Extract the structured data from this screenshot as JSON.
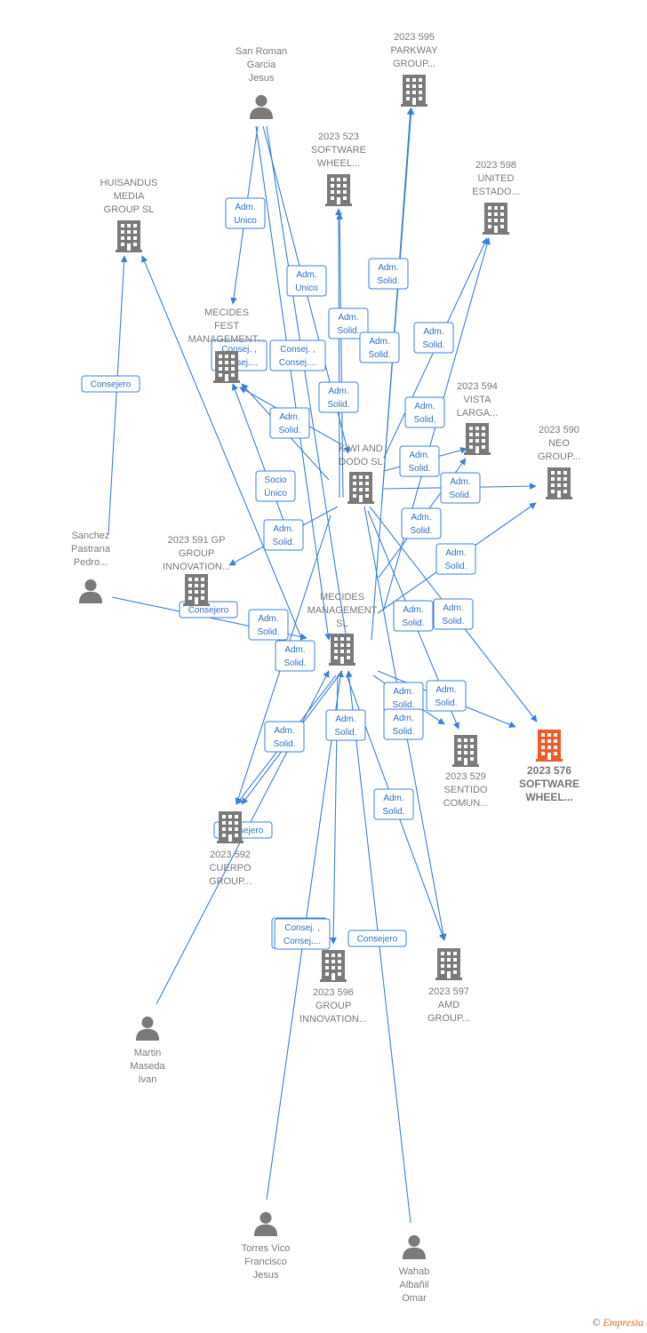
{
  "colors": {
    "edge": "#3a80d9",
    "node": "#7a7a7a",
    "highlight": "#f05a28"
  },
  "nodes": [
    {
      "id": "parkway",
      "type": "company",
      "lines": [
        "2023 595",
        "PARKWAY",
        "GROUP..."
      ]
    },
    {
      "id": "sanroman",
      "type": "person",
      "lines": [
        "San Roman",
        "Garcia",
        "Jesus"
      ]
    },
    {
      "id": "sw523",
      "type": "company",
      "lines": [
        "2023 523",
        "SOFTWARE",
        "WHEEL..."
      ]
    },
    {
      "id": "united598",
      "type": "company",
      "lines": [
        "2023 598",
        "UNITED",
        "ESTADO..."
      ]
    },
    {
      "id": "huisandus",
      "type": "company",
      "lines": [
        "HUISANDUS",
        "MEDIA",
        "GROUP  SL"
      ]
    },
    {
      "id": "mecidesfest",
      "type": "company",
      "lines": [
        "MECIDES",
        "FEST",
        "MANAGEMENT..."
      ]
    },
    {
      "id": "vista594",
      "type": "company",
      "lines": [
        "2023 594",
        "VISTA",
        "LARGA..."
      ]
    },
    {
      "id": "neo590",
      "type": "company",
      "lines": [
        "2023 590",
        "NEO",
        "GROUP..."
      ]
    },
    {
      "id": "kiwi",
      "type": "company",
      "lines": [
        "KIWI AND",
        "DODO  SL"
      ]
    },
    {
      "id": "sanchez",
      "type": "person",
      "lines": [
        "Sanchez",
        "Pastrana",
        "Pedro..."
      ]
    },
    {
      "id": "gp591",
      "type": "company",
      "lines": [
        "2023 591 GP",
        "GROUP",
        "INNOVATION..."
      ]
    },
    {
      "id": "mecidesmgmt",
      "type": "company",
      "lines": [
        "MECIDES",
        "MANAGEMENT",
        "SL"
      ]
    },
    {
      "id": "sentido529",
      "type": "company",
      "lines": [
        "2023 529",
        "SENTIDO",
        "COMUN..."
      ]
    },
    {
      "id": "sw576",
      "type": "company",
      "highlight": true,
      "lines": [
        "2023 576",
        "SOFTWARE",
        "WHEEL..."
      ]
    },
    {
      "id": "cuerpo592",
      "type": "company",
      "lines": [
        "2023 592",
        "CUERPO",
        "GROUP..."
      ]
    },
    {
      "id": "innov596",
      "type": "company",
      "lines": [
        "2023 596",
        "GROUP",
        "INNOVATION..."
      ]
    },
    {
      "id": "amd597",
      "type": "company",
      "lines": [
        "2023 597",
        "AMD",
        "GROUP..."
      ]
    },
    {
      "id": "martin",
      "type": "person",
      "lines": [
        "Martin",
        "Maseda",
        "Ivan"
      ]
    },
    {
      "id": "torres",
      "type": "person",
      "lines": [
        "Torres Vico",
        "Francisco",
        "Jesus"
      ]
    },
    {
      "id": "wahab",
      "type": "person",
      "lines": [
        "Wahab",
        "Albañil",
        "Omar"
      ]
    }
  ],
  "badges": [
    {
      "lines": [
        "Adm.",
        "Unico"
      ]
    },
    {
      "lines": [
        "Adm.",
        "Unico"
      ]
    },
    {
      "lines": [
        "Adm.",
        "Solid."
      ]
    },
    {
      "lines": [
        "Adm.",
        "Solid."
      ]
    },
    {
      "lines": [
        "Adm.",
        "Solid."
      ]
    },
    {
      "lines": [
        "Adm.",
        "Solid."
      ]
    },
    {
      "lines": [
        "Consej. ,",
        "Consej...."
      ]
    },
    {
      "lines": [
        "Consej. ,",
        "Consej...."
      ]
    },
    {
      "lines": [
        "Adm.",
        "Solid."
      ]
    },
    {
      "lines": [
        "Adm.",
        "Solid."
      ]
    },
    {
      "lines": [
        "Adm.",
        "Solid."
      ]
    },
    {
      "lines": [
        "Consejero"
      ]
    },
    {
      "lines": [
        "Adm.",
        "Solid."
      ]
    },
    {
      "lines": [
        "Socio",
        "Único"
      ]
    },
    {
      "lines": [
        "Adm.",
        "Solid."
      ]
    },
    {
      "lines": [
        "Adm.",
        "Solid."
      ]
    },
    {
      "lines": [
        "Adm.",
        "Solid."
      ]
    },
    {
      "lines": [
        "Adm.",
        "Solid."
      ]
    },
    {
      "lines": [
        "Consejero"
      ]
    },
    {
      "lines": [
        "Adm.",
        "Solid."
      ]
    },
    {
      "lines": [
        "Adm.",
        "Solid."
      ]
    },
    {
      "lines": [
        "Adm.",
        "Solid."
      ]
    },
    {
      "lines": [
        "Adm.",
        "Solid."
      ]
    },
    {
      "lines": [
        "Adm.",
        "Solid."
      ]
    },
    {
      "lines": [
        "Adm.",
        "Solid."
      ]
    },
    {
      "lines": [
        "Adm.",
        "Solid."
      ]
    },
    {
      "lines": [
        "Adm.",
        "Solid."
      ]
    },
    {
      "lines": [
        "Adm.",
        "Solid."
      ]
    },
    {
      "lines": [
        "Adm.",
        "Solid."
      ]
    },
    {
      "lines": [
        "Consejero"
      ]
    },
    {
      "lines": [
        "Adm.",
        "Solid."
      ]
    },
    {
      "lines": [
        "Consej. ,",
        "Consej...."
      ]
    },
    {
      "lines": [
        "Consejero"
      ]
    }
  ],
  "footer": {
    "copyright": "©",
    "brand": "Empresia"
  }
}
